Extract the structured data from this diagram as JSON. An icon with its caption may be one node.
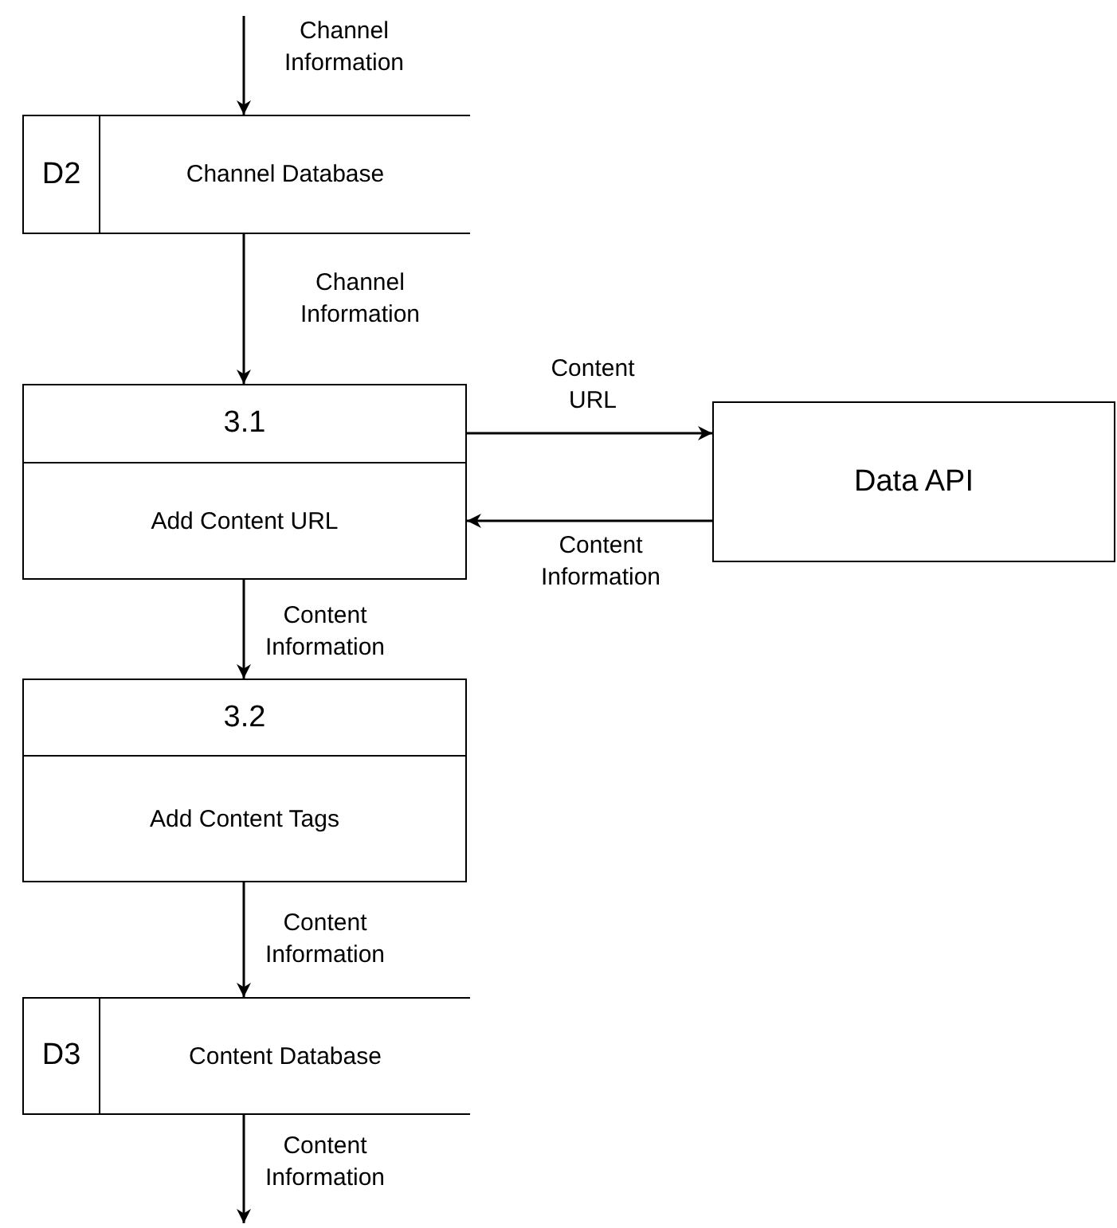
{
  "diagram": {
    "nodes": [
      {
        "text": [
          "D2",
          "Channel Database"
        ]
      },
      {
        "text": [
          "3.1",
          "Add Content URL"
        ]
      },
      {
        "text": [
          "3.2",
          "Add Content Tags"
        ]
      },
      {
        "text": [
          "D3",
          "Content Database"
        ]
      },
      {
        "text": [
          "Data API"
        ]
      }
    ],
    "edges": [
      {
        "from": null,
        "to": 0,
        "arrow": "to",
        "label": "Channel Information"
      },
      {
        "from": 0,
        "to": 1,
        "arrow": "to",
        "label": "Channel Information"
      },
      {
        "from": 1,
        "to": 4,
        "arrow": "to",
        "label": "Content URL"
      },
      {
        "from": 4,
        "to": 1,
        "arrow": "to",
        "label": "Content Information"
      },
      {
        "from": 1,
        "to": 2,
        "arrow": "to",
        "label": "Content Information"
      },
      {
        "from": 2,
        "to": 3,
        "arrow": "to",
        "label": "Content Information"
      },
      {
        "from": 3,
        "to": null,
        "arrow": "to",
        "label": "Content Information"
      }
    ]
  }
}
